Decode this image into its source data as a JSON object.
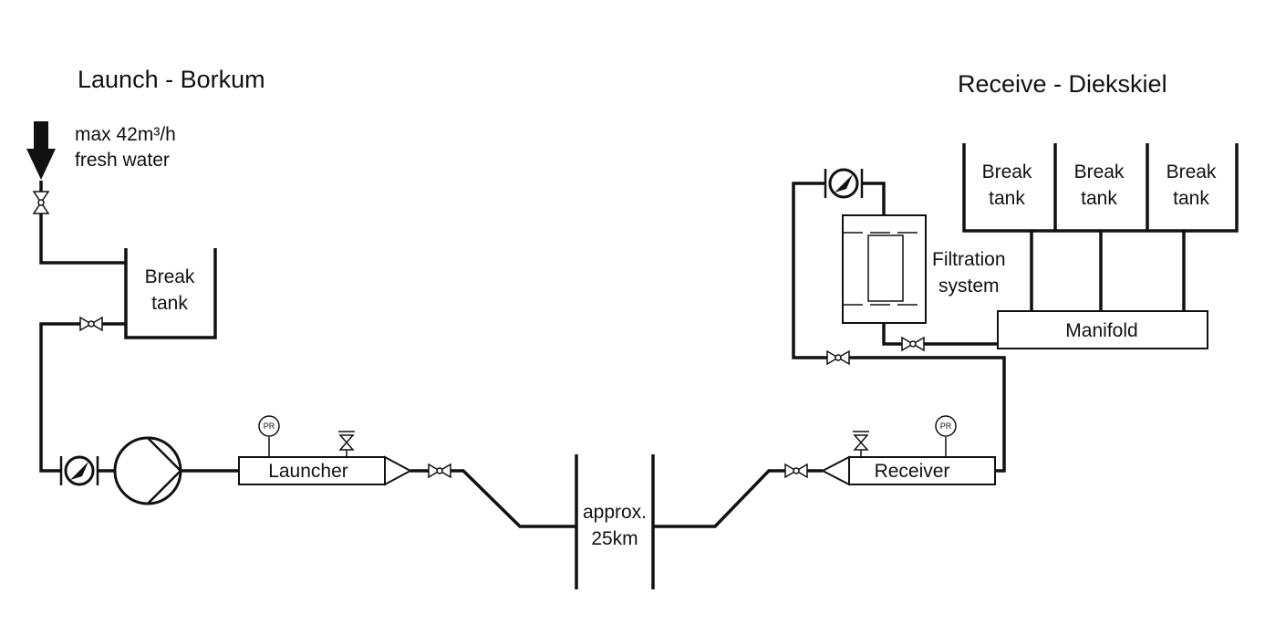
{
  "titles": {
    "launch": "Launch - Borkum",
    "receive": "Receive - Diekskiel"
  },
  "inlet": {
    "line1": "max 42m³/h",
    "line2": "fresh water"
  },
  "launch_tank": {
    "line1": "Break",
    "line2": "tank"
  },
  "receive_tanks": [
    {
      "line1": "Break",
      "line2": "tank"
    },
    {
      "line1": "Break",
      "line2": "tank"
    },
    {
      "line1": "Break",
      "line2": "tank"
    }
  ],
  "filtration": {
    "line1": "Filtration",
    "line2": "system"
  },
  "manifold": {
    "label": "Manifold"
  },
  "launcher": {
    "label": "Launcher"
  },
  "receiver": {
    "label": "Receiver"
  },
  "gauge": {
    "label": "PR"
  },
  "distance": {
    "line1": "approx.",
    "line2": "25km"
  }
}
